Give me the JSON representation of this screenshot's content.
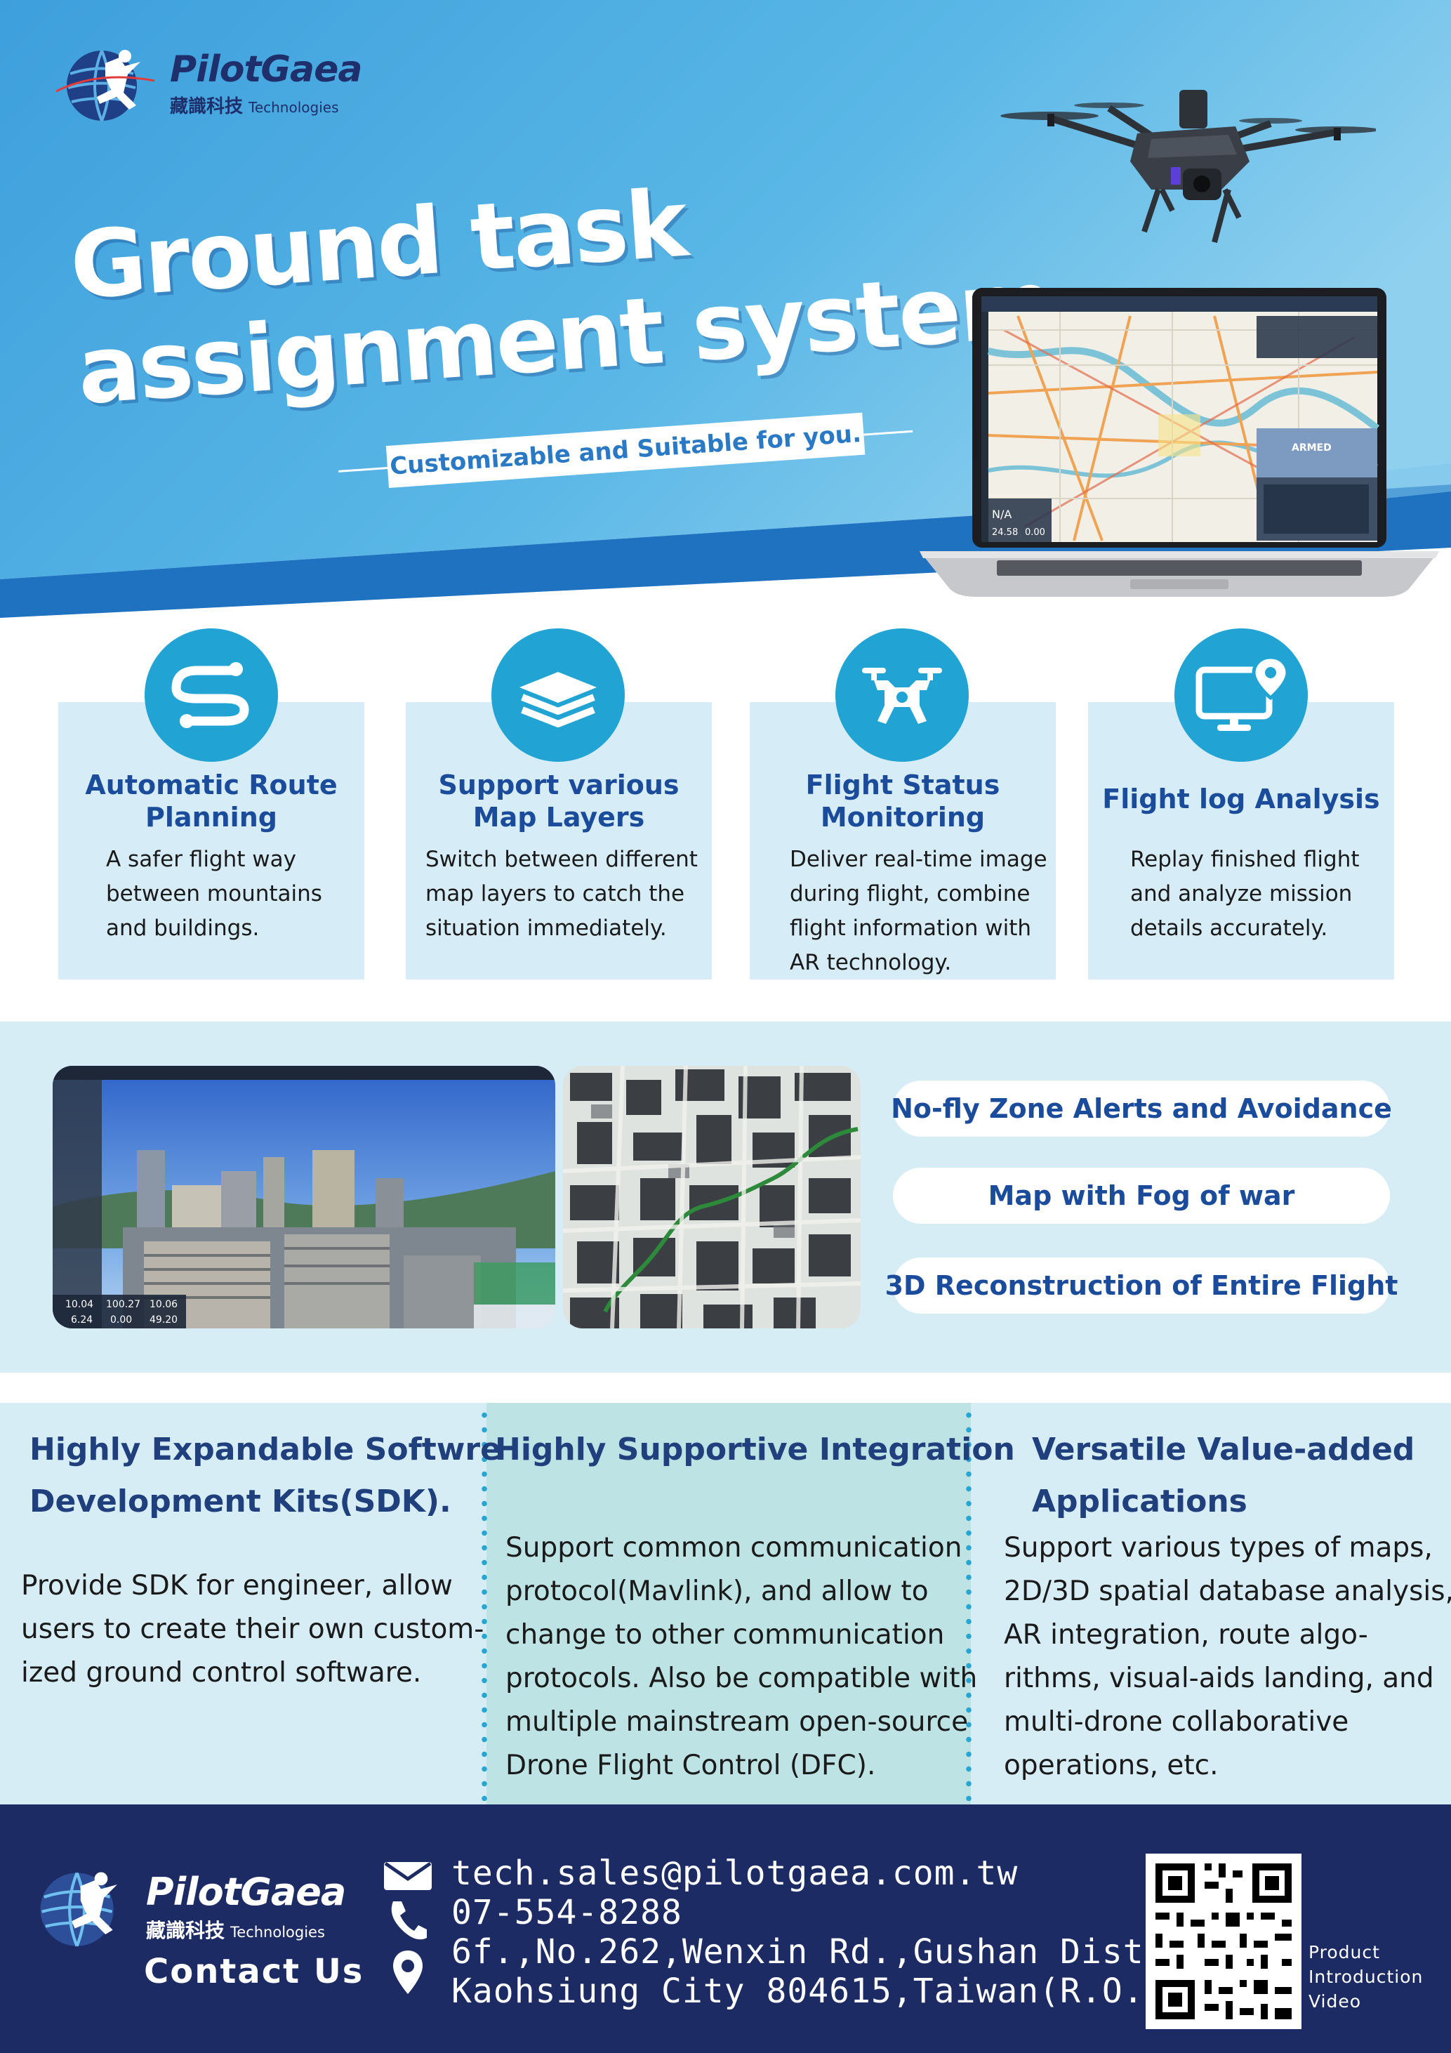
{
  "brand": {
    "name": "PilotGaea",
    "chinese": "藏識科技",
    "suffix": "Technologies"
  },
  "hero": {
    "title_line1": "Ground task",
    "title_line2": "assignment system",
    "tagline": "Customizable and Suitable for you."
  },
  "features": [
    {
      "icon": "route-icon",
      "title_lines": [
        "Automatic Route",
        "Planning"
      ],
      "desc_lines": [
        "A safer flight way",
        "between mountains",
        "and buildings."
      ]
    },
    {
      "icon": "layers-icon",
      "title_lines": [
        "Support various",
        "Map Layers"
      ],
      "desc_lines": [
        "Switch between different",
        "map layers to catch the",
        "situation immediately."
      ]
    },
    {
      "icon": "drone-icon",
      "title_lines": [
        "Flight Status",
        "Monitoring"
      ],
      "desc_lines": [
        "Deliver real-time image",
        "during flight, combine",
        "flight information with",
        "AR technology."
      ]
    },
    {
      "icon": "monitor-location-icon",
      "title_lines": [
        "Flight log Analysis"
      ],
      "desc_lines": [
        "Replay finished flight",
        "and analyze mission",
        "details accurately."
      ]
    }
  ],
  "screens": {
    "readouts": [
      "10.04",
      "100.27",
      "10.06",
      "6.24",
      "0.00",
      "49.20"
    ],
    "laptop_badge": "ARMED",
    "laptop_readouts": [
      "N/A",
      "24.58",
      "0.00"
    ]
  },
  "pills": [
    "No-fly Zone Alerts and Avoidance",
    "Map with Fog of war",
    "3D Reconstruction of Entire Flight"
  ],
  "columns": [
    {
      "title_lines": [
        "Highly Expandable Softwre",
        "Development Kits(SDK)."
      ],
      "text_lines": [
        "Provide SDK for engineer, allow",
        "users to create their own custom-",
        "ized ground control software."
      ]
    },
    {
      "title_lines": [
        "Highly Supportive Integration"
      ],
      "text_lines": [
        "Support common  communication",
        "protocol(Mavlink), and allow to",
        "change to other communication",
        "protocols. Also be compatible with",
        "multiple mainstream open-source",
        "Drone Flight Control (DFC)."
      ]
    },
    {
      "title_lines": [
        "Versatile Value-added",
        "Applications"
      ],
      "text_lines": [
        "Support various types of maps,",
        "2D/3D spatial database analysis,",
        "AR integration, route algo-",
        "rithms, visual-aids landing, and",
        "multi-drone collaborative",
        "operations, etc."
      ]
    }
  ],
  "footer": {
    "contact_label": "Contact Us",
    "email": "tech.sales@pilotgaea.com.tw",
    "phone": "07-554-8288",
    "address_line1": "6f.,No.262,Wenxin Rd.,Gushan Dist.,",
    "address_line2": "Kaohsiung City 804615,Taiwan(R.O.C)",
    "qr_label_lines": [
      "Product",
      "Introduction",
      "Video"
    ]
  },
  "colors": {
    "hero_blue": "#4fb0e3",
    "hero_band": "#1e72c0",
    "feature_card": "#d6ecf7",
    "icon_circle": "#21a4d4",
    "title_blue": "#1b4c9b",
    "middle_column": "#bde3e4",
    "footer_navy": "#1d2b64"
  }
}
